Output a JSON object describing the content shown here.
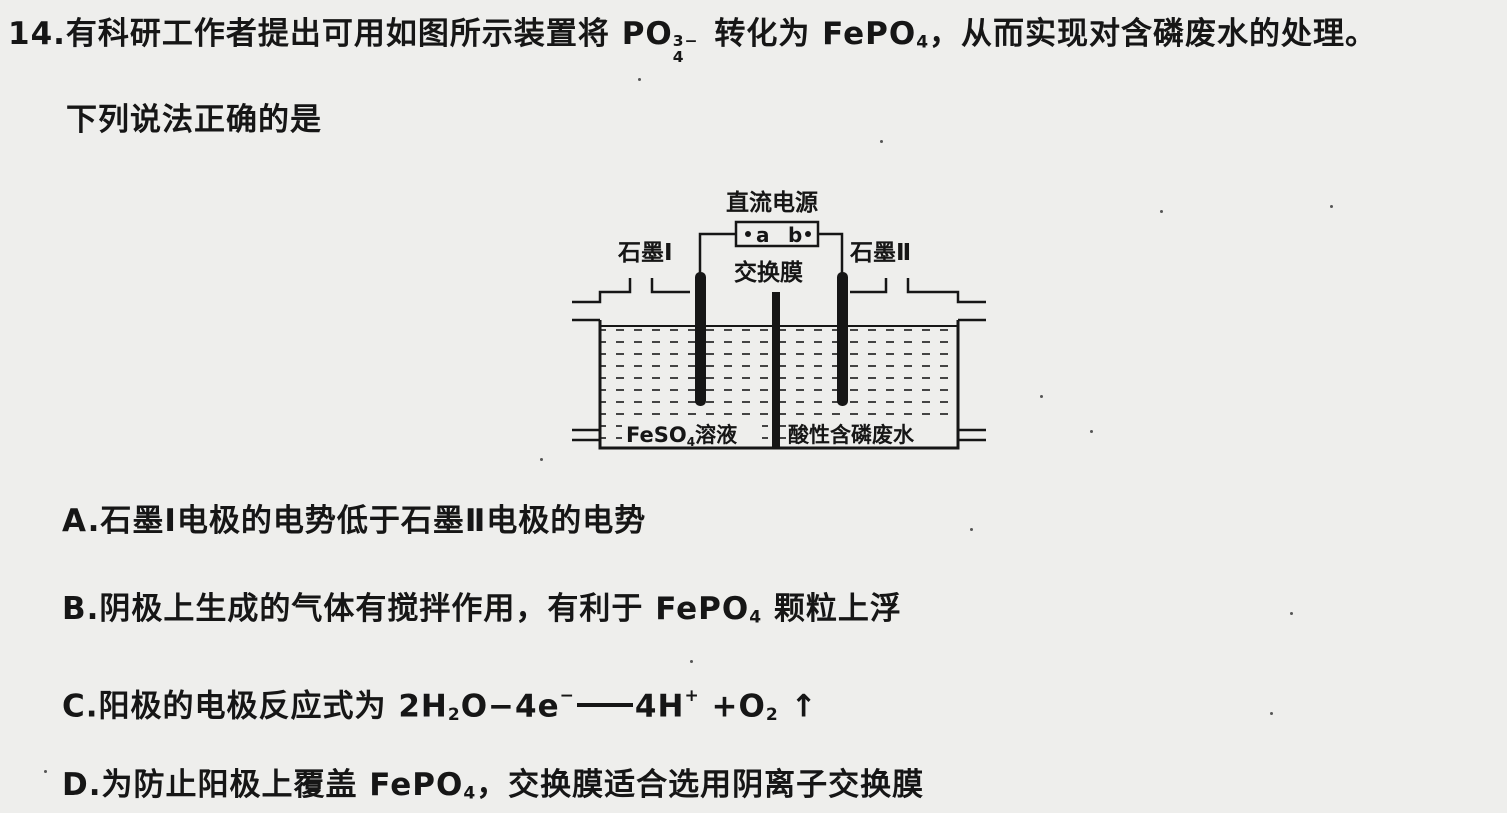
{
  "question": {
    "number": "14.",
    "stem_part1": "有科研工作者提出可用如图所示装置将 PO",
    "ion_charge": "3−",
    "ion_subscript": "4",
    "stem_part2": " 转化为 FePO",
    "stem_subscript": "4",
    "stem_part3": "，从而实现对含磷废水的处理。",
    "prompt": "下列说法正确的是"
  },
  "diagram": {
    "power_label": "直流电源",
    "terminal_a": "a",
    "terminal_b": "b",
    "electrode_left": "石墨Ⅰ",
    "electrode_right": "石墨Ⅱ",
    "membrane_label": "交换膜",
    "left_solution_pre": "FeSO",
    "left_solution_sub": "4",
    "left_solution_post": "溶液",
    "right_solution": "酸性含磷废水"
  },
  "options": {
    "A": {
      "letter": "A.",
      "text": "石墨Ⅰ电极的电势低于石墨Ⅱ电极的电势"
    },
    "B": {
      "letter": "B.",
      "text_pre": "阴极上生成的气体有搅拌作用，有利于 FePO",
      "sub": "4",
      "text_post": " 颗粒上浮"
    },
    "C": {
      "letter": "C.",
      "text_pre": "阳极的电极反应式为 2H",
      "h2o_sub": "2",
      "text_mid": "O−4e",
      "e_sup": "−",
      "product1": "4H",
      "h_sup": "+",
      "product2": " +O",
      "o2_sub": "2",
      "arrow": " ↑"
    },
    "D": {
      "letter": "D.",
      "text_pre": "为防止阳极上覆盖 FePO",
      "sub": "4",
      "text_post": "，交换膜适合选用阴离子交换膜"
    }
  }
}
